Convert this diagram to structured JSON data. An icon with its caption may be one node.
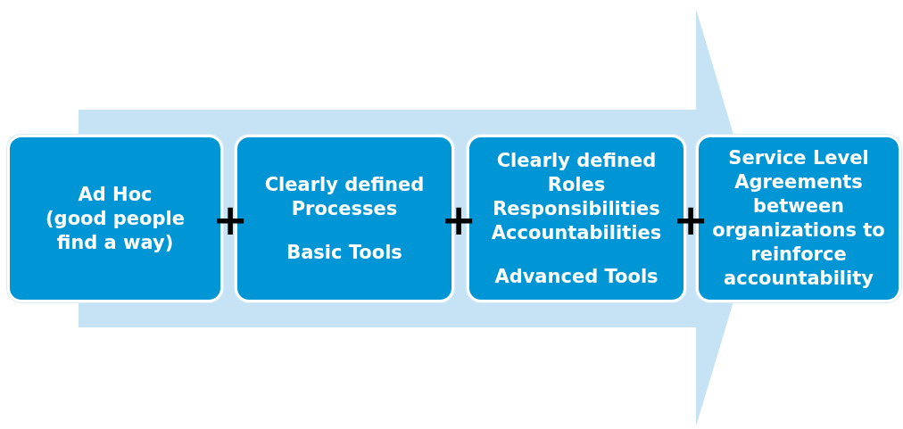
{
  "diagram": {
    "nodes": [
      {
        "text": [
          "Ad Hoc (good people find a way)"
        ]
      },
      {
        "text": [
          "Clearly defined Processes",
          "Basic Tools"
        ]
      },
      {
        "text": [
          "Clearly defined Roles Responsibilities Accountabilities",
          "Advanced Tools"
        ]
      },
      {
        "text": [
          "Service Level Agreements between organizations to reinforce accountability"
        ]
      }
    ],
    "edges": [
      {
        "from": 0,
        "to": 3,
        "arrow": "to"
      }
    ],
    "labels": [
      "+",
      "+",
      "+"
    ]
  }
}
